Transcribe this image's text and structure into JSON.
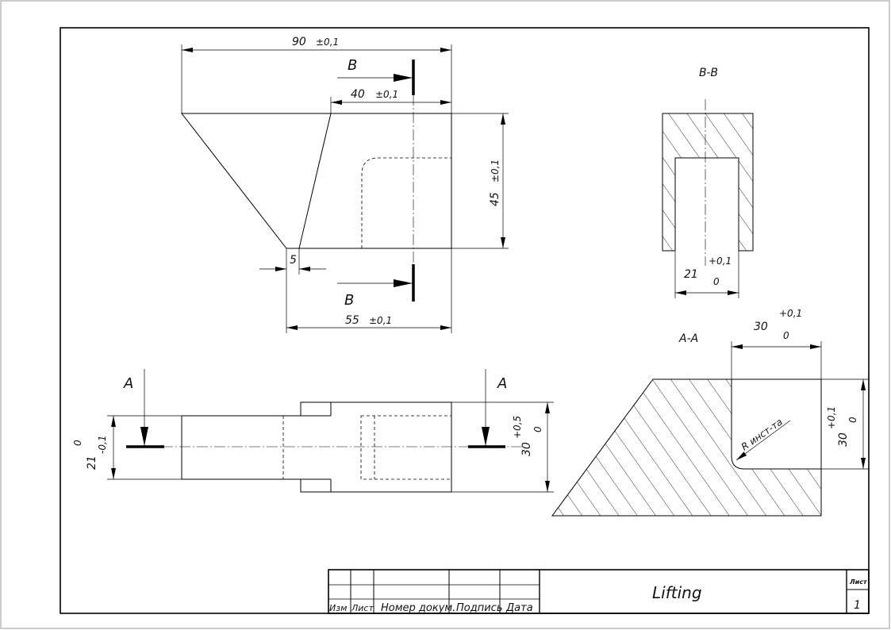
{
  "top_view": {
    "dim_90": "90",
    "tol_90": "±0,1",
    "dim_40": "40",
    "tol_40": "±0,1",
    "dim_45": "45",
    "tol_45": "±0,1",
    "dim_55": "55",
    "tol_55": "±0,1",
    "dim_5": "5",
    "section_mark_top": "B",
    "section_mark_bottom": "B"
  },
  "section_bb": {
    "title": "B-B",
    "dim": "21",
    "tol_upper": "+0,1",
    "tol_lower": "0"
  },
  "front_view": {
    "section_mark_left": "A",
    "section_mark_right": "A",
    "dim_left": "21",
    "dim_left_upper": "0",
    "dim_left_lower": "-0,1",
    "dim_right": "30",
    "dim_right_upper": "+0,5",
    "dim_right_lower": "0"
  },
  "section_aa": {
    "title": "A-A",
    "dim_width": "30",
    "width_upper": "+0,1",
    "width_lower": "0",
    "dim_height": "30",
    "height_upper": "+0,1",
    "height_lower": "0",
    "radius_note": "R инст-та"
  },
  "title_block": {
    "headers": [
      "Изм",
      "Лист",
      "Номер докум.",
      "Подпись",
      "Дата"
    ],
    "drawing_title": "Lifting",
    "sheet_label": "Лист",
    "sheet_number": "1"
  }
}
